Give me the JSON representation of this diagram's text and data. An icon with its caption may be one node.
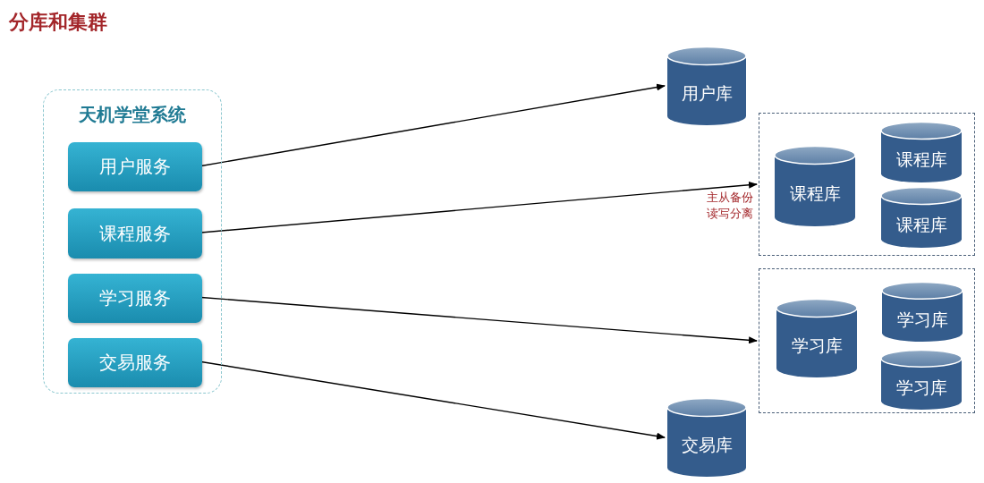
{
  "diagram": {
    "title": "分库和集群",
    "nodes": [
      {
        "text": [
          "天机学堂系统"
        ]
      },
      {
        "text": [
          "用户服务"
        ],
        "in": 0
      },
      {
        "text": [
          "课程服务"
        ],
        "in": 0
      },
      {
        "text": [
          "学习服务"
        ],
        "in": 0
      },
      {
        "text": [
          "交易服务"
        ],
        "in": 0
      },
      {
        "text": [
          "用户库"
        ]
      },
      {
        "text": [],
        "shape": "box",
        "beside": [
          "主从备份",
          "读写分离"
        ]
      },
      {
        "text": [
          "课程库"
        ],
        "in": 6
      },
      {
        "text": [
          "课程库"
        ],
        "in": 6
      },
      {
        "text": [
          "课程库"
        ],
        "in": 6
      },
      {
        "text": [],
        "shape": "box"
      },
      {
        "text": [
          "学习库"
        ],
        "in": 10
      },
      {
        "text": [
          "学习库"
        ],
        "in": 10
      },
      {
        "text": [
          "学习库"
        ],
        "in": 10
      },
      {
        "text": [
          "交易库"
        ]
      }
    ],
    "edges": [
      {
        "from": 1,
        "to": 5,
        "arrow": "to"
      },
      {
        "from": 2,
        "to": 6,
        "arrow": "to"
      },
      {
        "from": 3,
        "to": 10,
        "arrow": "to"
      },
      {
        "from": 4,
        "to": 14,
        "arrow": "to"
      }
    ]
  }
}
